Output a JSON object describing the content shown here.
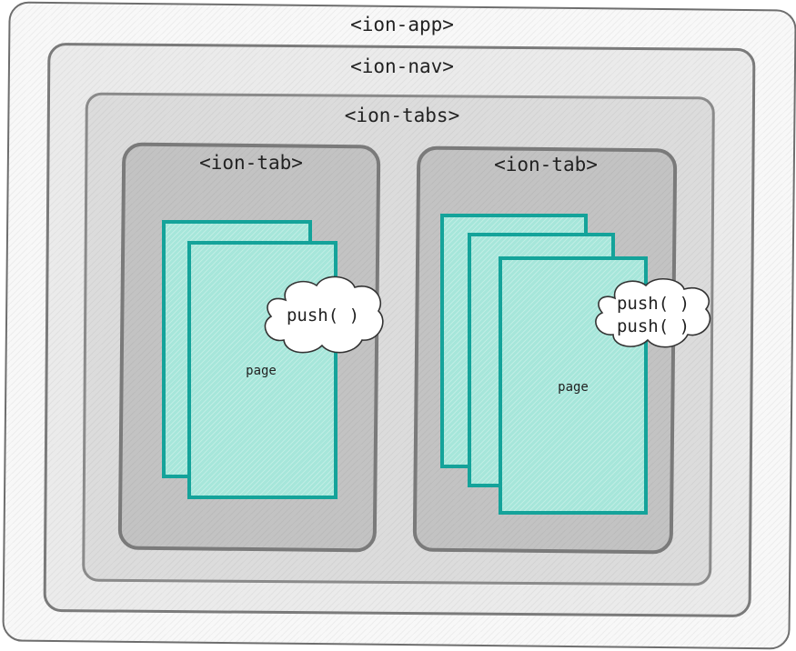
{
  "diagram": {
    "app_label": "<ion-app>",
    "nav_label": "<ion-nav>",
    "tabs_label": "<ion-tabs>",
    "tab_left": {
      "label": "<ion-tab>",
      "page_label": "page",
      "calls": [
        "push( )"
      ]
    },
    "tab_right": {
      "label": "<ion-tab>",
      "page_label": "page",
      "calls": [
        "push( )",
        "push( )"
      ]
    }
  },
  "colors": {
    "page_fill": "#a6e6da",
    "page_border": "#14a39a",
    "tab_fill": "#c3c3c3",
    "tabs_fill": "#dcdcdc",
    "nav_fill": "#ebebeb",
    "app_fill": "#f8f8f8"
  }
}
